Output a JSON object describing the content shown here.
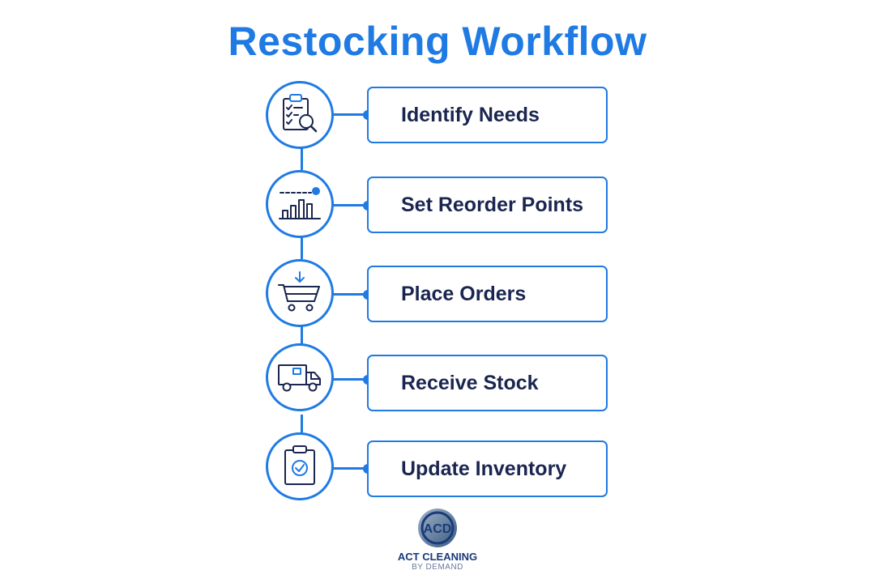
{
  "title": "Restocking Workflow",
  "accent_color": "#1f7be3",
  "text_color": "#1a2550",
  "steps": [
    {
      "label": "Identify Needs",
      "icon": "clipboard-search-icon"
    },
    {
      "label": "Set Reorder Points",
      "icon": "bar-chart-threshold-icon"
    },
    {
      "label": "Place Orders",
      "icon": "shopping-cart-icon"
    },
    {
      "label": "Receive Stock",
      "icon": "delivery-truck-icon"
    },
    {
      "label": "Update Inventory",
      "icon": "clipboard-check-icon"
    }
  ],
  "logo": {
    "mark": "ACD",
    "name": "ACT CLEANING",
    "tagline": "BY DEMAND"
  }
}
